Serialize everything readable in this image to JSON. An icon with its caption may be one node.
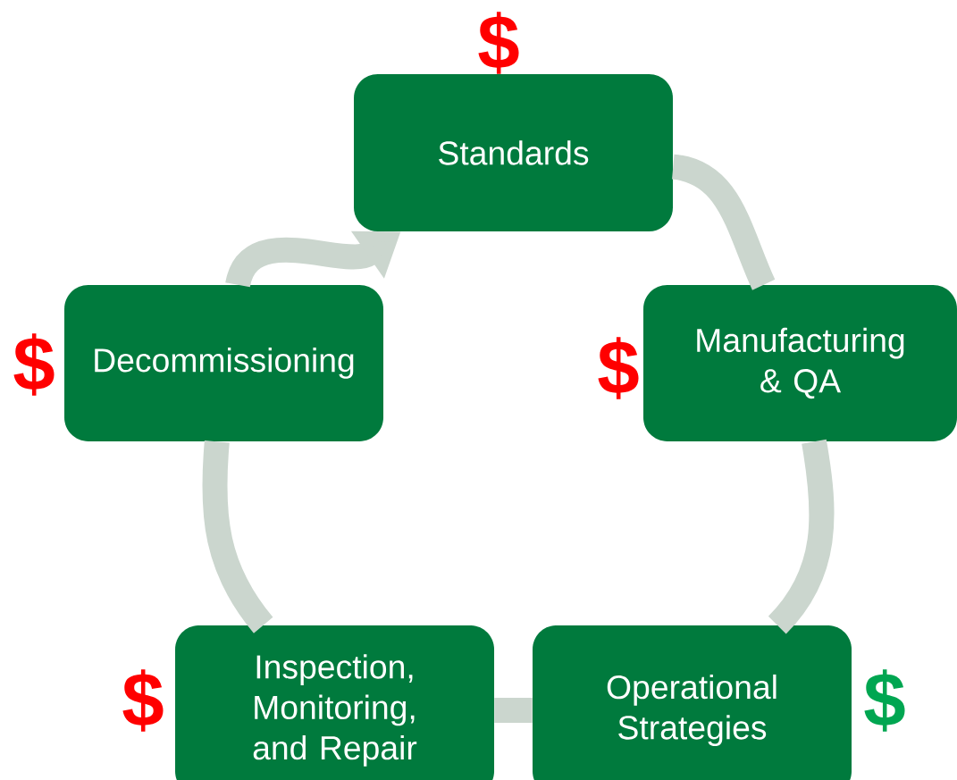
{
  "diagram": {
    "nodes": [
      {
        "text": [
          "Standards"
        ],
        "beside": [
          "$"
        ]
      },
      {
        "text": [
          "Manufacturing & QA"
        ],
        "beside": [
          "$"
        ]
      },
      {
        "text": [
          "Operational Strategies"
        ],
        "beside": [
          "$"
        ]
      },
      {
        "text": [
          "Inspection, Monitoring, and Repair"
        ],
        "beside": [
          "$"
        ]
      },
      {
        "text": [
          "Decommissioning"
        ],
        "beside": [
          "$"
        ]
      }
    ],
    "edges": [
      {
        "from": 0,
        "to": 1,
        "arrow": "none"
      },
      {
        "from": 1,
        "to": 2,
        "arrow": "none"
      },
      {
        "from": 2,
        "to": 3,
        "arrow": "none"
      },
      {
        "from": 3,
        "to": 4,
        "arrow": "none"
      },
      {
        "from": 4,
        "to": 0,
        "arrow": "to"
      }
    ]
  }
}
